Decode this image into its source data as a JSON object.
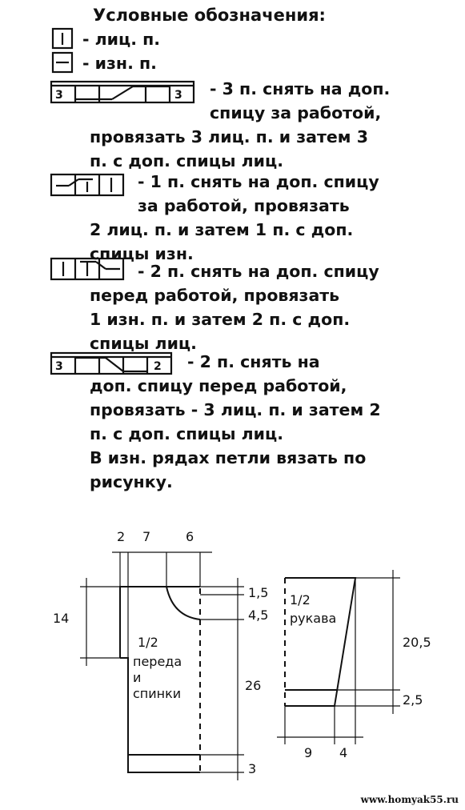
{
  "legend": {
    "title": "Условные обозначения:",
    "knit": "- лиц. п.",
    "purl": "- изн. п.",
    "cable1": [
      "- 3 п. снять на доп.",
      "спицу за работой,",
      "провязать 3 лиц. п. и затем 3",
      "п. с доп. спицы лиц."
    ],
    "cable2": [
      "- 1 п. снять на доп. спицу",
      "за работой, провязать",
      "2 лиц. п. и затем 1 п. с доп.",
      "спицы изн."
    ],
    "cable3": [
      "- 2 п. снять на доп. спицу",
      "перед работой, провязать",
      "1 изн. п. и затем 2 п. с доп.",
      "спицы лиц."
    ],
    "cable4": [
      "- 2 п. снять на",
      "доп. спицу перед работой,",
      "провязать - 3 лиц. п. и затем 2",
      "п. с доп. спицы лиц.",
      "В изн. рядах петли вязать по",
      "рисунку."
    ],
    "cable1_box_numbers": [
      "3",
      "3"
    ],
    "cable4_box_numbers": [
      "3",
      "2"
    ]
  },
  "body_piece": {
    "label": [
      "1/2",
      "переда",
      "и",
      "спинки"
    ],
    "dims": {
      "top_a": "2",
      "top_b": "7",
      "top_c": "6",
      "left": "14",
      "r1": "1,5",
      "r2": "4,5",
      "r3": "26",
      "r4": "3"
    }
  },
  "sleeve": {
    "label": [
      "1/2",
      "рукава"
    ],
    "dims": {
      "r1": "20,5",
      "r2": "2,5",
      "b1": "9",
      "b2": "4"
    }
  },
  "watermark": "www.homyak55.ru"
}
